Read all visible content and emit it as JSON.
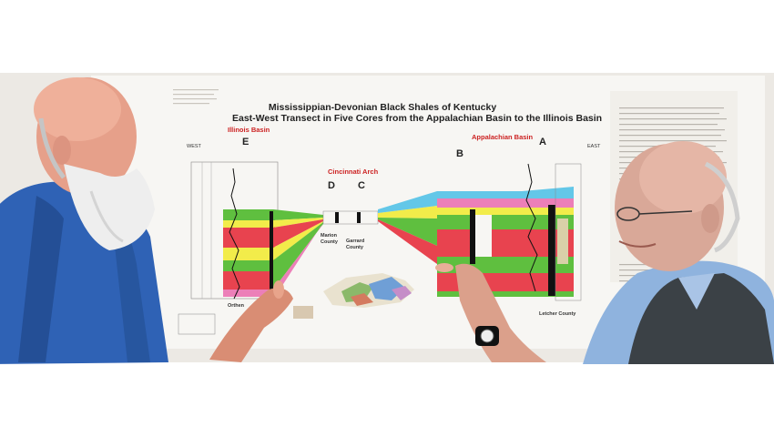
{
  "poster": {
    "title_line1": "Mississippian-Devonian Black Shales of Kentucky",
    "title_line2": "East-West Transect in Five Cores from the Appalachian Basin to the Illinois Basin",
    "left_region": "Illinois Basin",
    "middle_region": "Cincinnati Arch",
    "right_region": "Appalachian Basin",
    "core_letters": [
      "E",
      "D",
      "C",
      "B",
      "A"
    ],
    "direction_west": "WEST",
    "direction_east": "EAST",
    "county_labels": [
      "Marion County",
      "Garrard County",
      "Letcher County"
    ],
    "partial_label": "Orthen"
  },
  "colors": {
    "wall": "#ece9e4",
    "poster": "#f7f6f3",
    "shirt_left": "#2f62b5",
    "vest_right": "#3b4146",
    "band_green": "#5fbf3f",
    "band_red": "#e8434f",
    "band_yellow": "#f2ec4a",
    "band_pink": "#ec7fb8",
    "band_blue": "#63c7e8",
    "label_red": "#cc2222"
  },
  "subjects": [
    {
      "name": "bald man with white beard, blue shirt",
      "side": "left"
    },
    {
      "name": "man with glasses, grey vest",
      "side": "right"
    }
  ]
}
